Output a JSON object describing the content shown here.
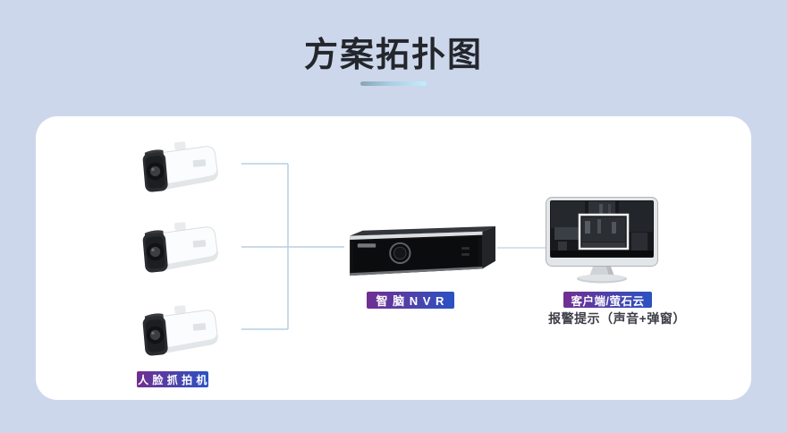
{
  "page": {
    "title": "方案拓扑图"
  },
  "devices": {
    "cameras": {
      "count": 3,
      "label": "人 脸 抓 拍 机",
      "icon": "bullet-camera-icon"
    },
    "nvr": {
      "label": "智 脑 N V R",
      "icon": "nvr-icon"
    },
    "client": {
      "label": "客户端/萤石云",
      "caption": "报警提示（声音+弹窗）",
      "icon": "monitor-icon"
    }
  },
  "colors": {
    "background": "#cdd7ec",
    "panel": "#ffffff",
    "title_text": "#23262b",
    "underline_gradient_start": "#8ba3b5",
    "underline_gradient_end": "#c4edfb",
    "label_gradient_start": "#702f92",
    "label_gradient_end": "#2b52c2",
    "label_text": "#ffffff",
    "connector_line": "#b5cfe4",
    "caption_text": "#3c3c46"
  }
}
